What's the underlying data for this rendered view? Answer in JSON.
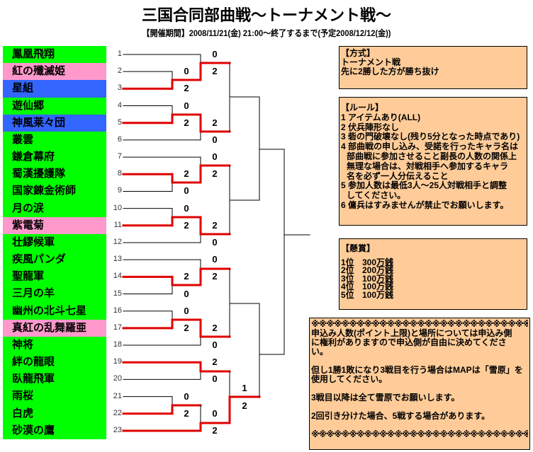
{
  "header": {
    "title": "三国合同部曲戦～トーナメント戦～",
    "period": "【開催期間】2008/11/21(金) 21:00～終了するまで(予定2008/12/12(金))"
  },
  "colors": {
    "green": "#00ff00",
    "pink": "#ff99cc",
    "blue": "#3366ff",
    "winner_line": "#e00000",
    "box": "#ffcc99"
  },
  "teams": [
    {
      "name": "鳳凰飛翔",
      "color": "green"
    },
    {
      "name": "紅の殲滅姫",
      "color": "pink"
    },
    {
      "name": "星組",
      "color": "blue"
    },
    {
      "name": "遊仙郷",
      "color": "green"
    },
    {
      "name": "神風莱々団",
      "color": "blue"
    },
    {
      "name": "叢雲",
      "color": "green"
    },
    {
      "name": "鎌倉幕府",
      "color": "green"
    },
    {
      "name": "蜀漢擾護隊",
      "color": "green"
    },
    {
      "name": "国家錬金術師",
      "color": "green"
    },
    {
      "name": "月の涙",
      "color": "green"
    },
    {
      "name": "紫電菊",
      "color": "pink"
    },
    {
      "name": "壮繆候軍",
      "color": "green"
    },
    {
      "name": "疾風パンダ",
      "color": "green"
    },
    {
      "name": "聖龍軍",
      "color": "green"
    },
    {
      "name": "三月の羊",
      "color": "green"
    },
    {
      "name": "幽州の北斗七星",
      "color": "green"
    },
    {
      "name": "真紅の乱舞羅亜",
      "color": "pink"
    },
    {
      "name": "神将",
      "color": "green"
    },
    {
      "name": "絆の龍眼",
      "color": "green"
    },
    {
      "name": "臥龍飛軍",
      "color": "green"
    },
    {
      "name": "雨桜",
      "color": "green"
    },
    {
      "name": "白虎",
      "color": "green"
    },
    {
      "name": "砂漠の鷹",
      "color": "green"
    }
  ],
  "seeds": [
    "1",
    "2",
    "3",
    "4",
    "5",
    "6",
    "7",
    "8",
    "9",
    "10",
    "11",
    "12",
    "13",
    "14",
    "15",
    "16",
    "17",
    "18",
    "19",
    "20",
    "21",
    "22",
    "23"
  ],
  "scores": [
    "0",
    "2",
    "0",
    "2",
    "0",
    "2",
    "2",
    "0",
    "2",
    "0",
    "0",
    "2",
    "0",
    "2",
    "2",
    "0",
    "2",
    "0",
    "0",
    "2",
    "0",
    "2",
    "2",
    "0",
    "2",
    "0",
    "0",
    "2",
    "0",
    "2",
    "1",
    "2"
  ],
  "format_box": {
    "lines": [
      "【方式】",
      "トーナメント戦",
      "先に2勝した方が勝ち抜け"
    ]
  },
  "rules_box": {
    "heading": "【ルール】",
    "lines": [
      "1 アイテムあり(ALL)",
      "2 伏兵陣形なし",
      "3 砦の門破壊なし(残り5分となった時点であり)",
      "4 部曲戦の申し込み、受諾を行ったキャラ名は",
      "部曲戦に参加させること副長の人数の関係上",
      "無理な場合は、対戦相手へ参加するキャラ",
      "名を必ず一人分伝えること",
      "5 参加人数は最低3人～25人対戦相手と調整",
      "してください。",
      "6 傭兵はすみませんが禁止でお願いします。"
    ]
  },
  "prize_box": {
    "heading": "【懸賞】",
    "prizes": [
      {
        "rank": "1位",
        "amount": "300万銭"
      },
      {
        "rank": "2位",
        "amount": "200万銭"
      },
      {
        "rank": "3位",
        "amount": "100万銭"
      },
      {
        "rank": "4位",
        "amount": "100万銭"
      },
      {
        "rank": "5位",
        "amount": "100万銭"
      }
    ]
  },
  "notes_box": {
    "stars": "※※※※※※※※※※※※※※※※※※※※※※※※※※※※※※※※",
    "p1a": "申込み人数(ポイント上限)と場所については申込み側",
    "p1b": "に権利がありますので申込側が自由に決めてくださ",
    "p1c": "い。",
    "p2a": "但し1勝1敗になり3戦目を行う場合はMAPは「雪原」を",
    "p2b": "使用してください。",
    "p3": "3戦目以降は全て雪原でお願いします。",
    "p4": "2回引き分けた場合、5戦する場合があります。"
  }
}
